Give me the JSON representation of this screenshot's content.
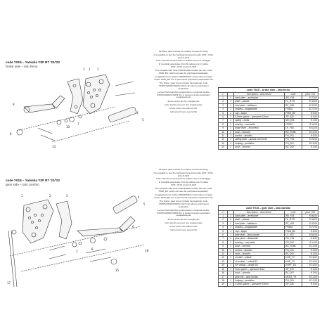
{
  "brake": {
    "title": "code Y015 – Yamaha YZF R7 '21/'22",
    "subtitle": "brake side – lato freno",
    "notes": [
      "All spare parts include the relative screws for fixing.",
      "It is possible to buy the footboard screws kit code KVIT_Y015, price 5,00 €",
      "Tutti i ricambi comprendono le relative viti per il fissaggio.",
      "E' possibile acquistare il kit viti pedana con il codice KVIT_Y015, prezzo 5,00 €",
      "The footpads with code PS60/PS60A include the cap, code PS00_BK, which can also be purchased separately.",
      "I poggiapiedi con codice PS60/PS60A comprendono il tappo codice PS00_BK che si può anche acquistare separatamente",
      "The brake / gear levers include the bearings, code CS00/CS0002/CS003 which can also be purchased separately.",
      "Le leve freno/cambio comprendono i cuscinetti codice CS00/CS0002/CS003 che si possono anche acquistare separatamente",
      "all the prices are for a single part",
      "tutti i prezzi sono per una singola parte",
      "all the prices are without VAT",
      "tutti i prezzi sono senza IVA"
    ],
    "table": {
      "caption": "code Y015 – brake side – lato freno",
      "headers": [
        "n°",
        "description – descrizione",
        "code",
        "price Y63"
      ],
      "rows": [
        [
          "1",
          "1",
          "back plate – arretratore",
          "AR_Y54",
          "€ 70,00"
        ],
        [
          "2",
          "1",
          "plate – piastra",
          "PL_R1T1",
          "€ 43,00"
        ],
        [
          "3",
          "1",
          "heel plate – battitacco",
          "BT_Y63",
          "€ 42,00"
        ],
        [
          "4",
          "1",
          "footpeg – poggiapiede",
          "PS60A",
          "€ 27,00"
        ],
        [
          "5",
          "1",
          "cap – tappo",
          "PS00_BK",
          "€ 6,00"
        ],
        [
          "6",
          "1",
          "6,5mm spacer – spessore 6,5mm",
          "SP_026",
          "€ 4,00"
        ],
        [
          "7",
          "1",
          "spring – molla",
          "MO_001",
          "€ 1,00"
        ],
        [
          "8",
          "1",
          "bearing – cuscinetto",
          "CS002",
          "€ 11,00"
        ],
        [
          "9",
          "1",
          "brake lever – leva freno",
          "LF_Y63",
          "€ 61,00"
        ],
        [
          "10",
          "1",
          "bush – boccola",
          "BC_R19B",
          "€ 12,00"
        ],
        [
          "11",
          "1",
          "anchor – tassello",
          "PU_001",
          "€ 5,00"
        ],
        [
          "12",
          "1",
          "sliding plate – piastra scorrevole",
          "PU_Y06",
          "€ 20,00"
        ],
        [
          "13",
          "1",
          "footpeg – puntalino",
          "PU_001",
          "€ 13,00"
        ],
        [
          "14",
          "1",
          "bush – boccola",
          "BC_002",
          "€ 3,00"
        ]
      ]
    }
  },
  "gear": {
    "title": "code Y015 – Yamaha YZF R7 '21/'22",
    "subtitle": "gear side – lato cambio",
    "notes": [
      "All spare parts include the relative screws for fixing.",
      "It is possible to buy the footboard screws kit code KVIT_Y015, price 5,00 €",
      "Tutti i ricambi comprendono le relative viti per il fissaggio.",
      "E' possibile acquistare il kit viti pedana con il codice KVIT_Y015, prezzo 5,00 €",
      "The footpads with code PS60/PS60A include the cap, code PS00_BK, which can also be purchased separately.",
      "I poggiapiedi con codice PS60/PS60A comprendono il tappo codice PS00_BK che si può anche acquistare separatamente",
      "The brake / gear levers include the bearings, code CS00/CS0002/CS003 which can also be purchased separately.",
      "Le leve freno/cambio comprendono i cuscinetti codice CS00/CS0002/CS003 che si possono anche acquistare separatamente",
      "all the prices are for a single part",
      "tutti i prezzi sono per una singola parte",
      "all the prices are without VAT",
      "tutti i prezzi sono senza IVA"
    ],
    "table": {
      "caption": "code Y015 – gear side – lato cambio",
      "headers": [
        "n°",
        "description – descrizione",
        "code",
        "price Y63"
      ],
      "rows": [
        [
          "1",
          "1",
          "back plate – arretratore",
          "AR_Y53",
          "€ 56,00"
        ],
        [
          "2",
          "1",
          "plate – piastra",
          "PL_R1T1",
          "€ 43,00"
        ],
        [
          "3",
          "1",
          "heel plate – battitacco",
          "BT_Y63",
          "€ 42,00"
        ],
        [
          "4",
          "1",
          "footpeg – poggiapiede",
          "PS60A",
          "€ 27,00"
        ],
        [
          "5",
          "1",
          "cap – tappo",
          "PS00_BK",
          "€ 6,00"
        ],
        [
          "6",
          "1",
          "gear lever – leva cambio",
          "LC_Y67",
          "€ 64,00"
        ],
        [
          "7",
          "1",
          "gear pivot – distanziale",
          "DS_Y24",
          "€ 8,00"
        ],
        [
          "8",
          "1",
          "bearing – cuscinetto",
          "CS_002",
          "€ 11,00"
        ],
        [
          "9",
          "1",
          "bush – boccola",
          "BC_R19B",
          "€ 12,00"
        ],
        [
          "10",
          "1",
          "anchor – tassello",
          "PU_001",
          "€ 5,00"
        ],
        [
          "11",
          "1",
          "bush – boccola",
          "BC_002",
          "€ 3,00"
        ],
        [
          "12",
          "1",
          "uni-ball – uniball",
          "KHR_Y3",
          "€ 16,00"
        ],
        [
          "13",
          "1",
          "LH uniball – uniball SX",
          "KHR_Y3",
          "€ 16,00"
        ],
        [
          "14",
          "1",
          "RH uniball – uniball DX",
          "KHRT_D3",
          "€ 16,00"
        ],
        [
          "15",
          "1",
          "9mm spacer – spessore 9mm",
          "SP_375",
          "€ 4,00"
        ],
        [
          "16",
          "1",
          "bush – boccola",
          "BC_002",
          "€ 3,00"
        ],
        [
          "17",
          "1",
          "gear rod – asta cambio",
          "MOD1_Y3",
          "€ 12,00"
        ],
        [
          "18",
          "1",
          "footpeg – puntalino",
          "PU_001",
          "€ 13,00"
        ],
        [
          "19",
          "1",
          "6,5mm spacer – spessore 6,5mm",
          "SP_026",
          "€ 4,00"
        ]
      ]
    }
  },
  "colors": {
    "ink": "#222222",
    "line": "#444444",
    "paper": "#ffffff"
  }
}
